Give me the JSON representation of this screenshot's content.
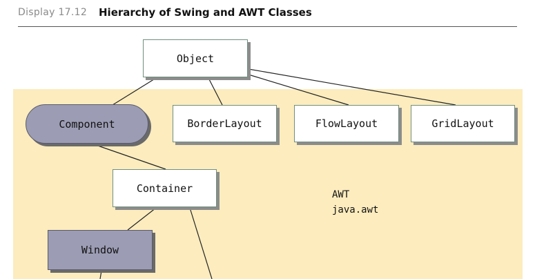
{
  "header": {
    "display_label": "Display 17.12",
    "title": "Hierarchy of Swing and AWT Classes"
  },
  "region": {
    "name": "AWT",
    "package": "java.awt"
  },
  "nodes": {
    "object": "Object",
    "component": "Component",
    "border_layout": "BorderLayout",
    "flow_layout": "FlowLayout",
    "grid_layout": "GridLayout",
    "container": "Container",
    "window": "Window"
  },
  "colors": {
    "header_label": "#8a8a8a",
    "awt_region_fill": "#fcecbe",
    "shaded_node_fill": "#9c9cb4",
    "connector": "#222222"
  }
}
